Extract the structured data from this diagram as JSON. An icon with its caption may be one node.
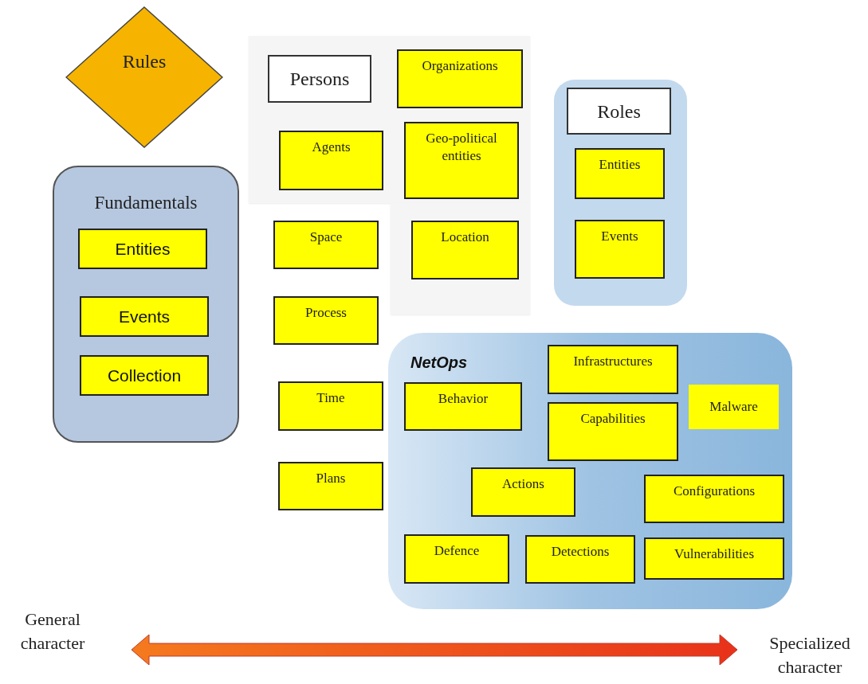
{
  "diagram": {
    "nodes": [
      {
        "text": [
          "Rules"
        ]
      },
      {
        "text": [
          "Fundamentals"
        ]
      },
      {
        "text": [
          "Entities"
        ],
        "in": 1
      },
      {
        "text": [
          "Events"
        ],
        "in": 1
      },
      {
        "text": [
          "Collection"
        ],
        "in": 1
      },
      {
        "text": [],
        "shape": "box"
      },
      {
        "text": [
          "Persons"
        ],
        "in": 5
      },
      {
        "text": [
          "Organizations"
        ],
        "in": 5
      },
      {
        "text": [
          "Agents"
        ],
        "in": 5
      },
      {
        "text": [
          "Geo-political entities"
        ],
        "in": 5
      },
      {
        "text": [],
        "shape": "box"
      },
      {
        "text": [
          "Location"
        ],
        "in": 10
      },
      {
        "text": [
          "Space"
        ]
      },
      {
        "text": [
          "Process"
        ]
      },
      {
        "text": [
          "Time"
        ]
      },
      {
        "text": [
          "Plans"
        ]
      },
      {
        "text": [],
        "shape": "box"
      },
      {
        "text": [
          "Roles"
        ],
        "in": 16
      },
      {
        "text": [
          "Entities"
        ],
        "in": 16
      },
      {
        "text": [
          "Events"
        ],
        "in": 16
      },
      {
        "text": [
          "NetOps"
        ]
      },
      {
        "text": [
          "Infrastructures"
        ],
        "in": 20
      },
      {
        "text": [
          "Behavior"
        ],
        "in": 20
      },
      {
        "text": [
          "Malware"
        ],
        "in": 20
      },
      {
        "text": [
          "Capabilities"
        ],
        "in": 20
      },
      {
        "text": [
          "Actions"
        ],
        "in": 20
      },
      {
        "text": [
          "Configurations"
        ],
        "in": 20
      },
      {
        "text": [
          "Defence"
        ],
        "in": 20
      },
      {
        "text": [
          "Detections"
        ],
        "in": 20
      },
      {
        "text": [
          "Vulnerabilities"
        ],
        "in": 20
      }
    ],
    "labels": [
      "General character",
      "Specialized character"
    ]
  }
}
